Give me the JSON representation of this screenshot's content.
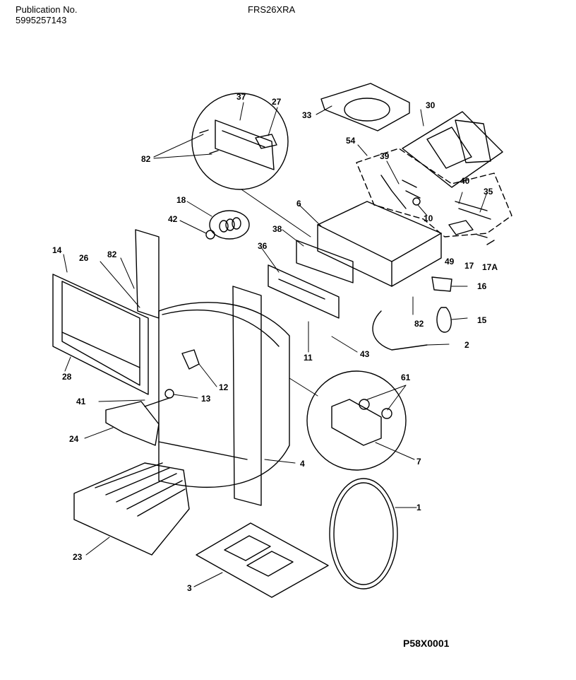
{
  "header": {
    "publication_label": "Publication No.",
    "publication_number": "5995257143",
    "model": "FRS26XRA"
  },
  "footer": {
    "figure_code": "P58X0001"
  },
  "callouts": {
    "c1": "1",
    "c2": "2",
    "c3": "3",
    "c4": "4",
    "c6": "6",
    "c7": "7",
    "c10": "10",
    "c11": "11",
    "c12": "12",
    "c13": "13",
    "c14": "14",
    "c15": "15",
    "c16": "16",
    "c17": "17",
    "c17a": "17A",
    "c18": "18",
    "c23": "23",
    "c24": "24",
    "c26": "26",
    "c27": "27",
    "c28": "28",
    "c30": "30",
    "c33": "33",
    "c35": "35",
    "c36": "36",
    "c37": "37",
    "c38": "38",
    "c39": "39",
    "c40": "40",
    "c41": "41",
    "c42": "42",
    "c43": "43",
    "c49": "49",
    "c54": "54",
    "c61": "61",
    "c82a": "82",
    "c82b": "82",
    "c82c": "82"
  }
}
